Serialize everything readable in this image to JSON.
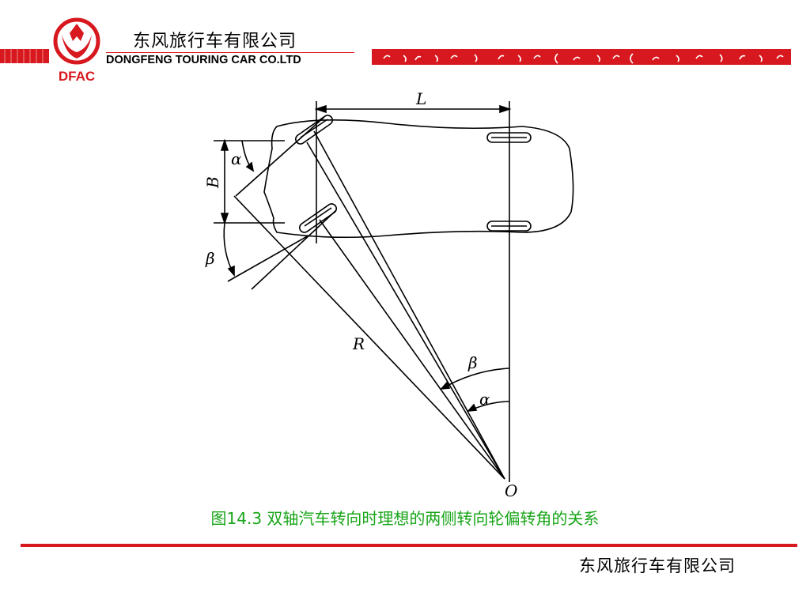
{
  "header": {
    "logo_text": "DFAC",
    "company_cn": "东风旅行车有限公司",
    "company_en": "DONGFENG TOURING CAR  CO.LTD"
  },
  "diagram": {
    "labels": {
      "L": "L",
      "B": "B",
      "alpha_front": "α",
      "beta_front": "β",
      "R": "R",
      "beta_center": "β",
      "alpha_center": "α",
      "O": "O"
    }
  },
  "caption": "图14.3  双轴汽车转向时理想的两侧转向轮偏转角的关系",
  "footer": {
    "company_cn": "东风旅行车有限公司"
  },
  "colors": {
    "brand_red": "#d7191f",
    "caption_green": "#18a518",
    "line": "#000000"
  }
}
